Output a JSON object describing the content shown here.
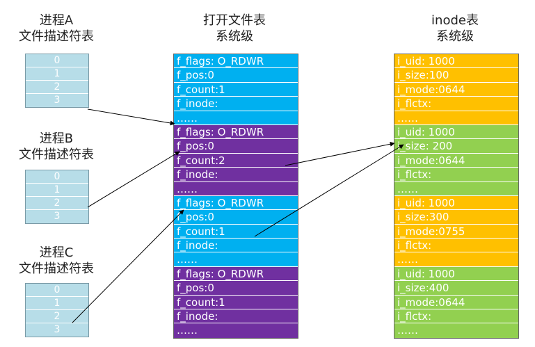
{
  "colors": {
    "blue": "#00b0f0",
    "purple": "#7030a0",
    "orange": "#ffc000",
    "green": "#92d050",
    "fd_cell": "#b7dde8"
  },
  "processes": [
    {
      "title_line1": "进程A",
      "title_line2": "文件描述符表",
      "fds": [
        "0",
        "1",
        "2",
        "3"
      ]
    },
    {
      "title_line1": "进程B",
      "title_line2": "文件描述符表",
      "fds": [
        "0",
        "1",
        "2",
        "3"
      ]
    },
    {
      "title_line1": "进程C",
      "title_line2": "文件描述符表",
      "fds": [
        "0",
        "1",
        "2",
        "3"
      ]
    }
  ],
  "open_file_table": {
    "title_line1": "打开文件表",
    "title_line2": "系统级",
    "rows": [
      {
        "text": "f_flags: O_RDWR",
        "color": "#00b0f0"
      },
      {
        "text": "f_pos:0",
        "color": "#00b0f0"
      },
      {
        "text": "f_count:1",
        "color": "#00b0f0"
      },
      {
        "text": "f_inode:",
        "color": "#00b0f0"
      },
      {
        "text": "……",
        "color": "#00b0f0"
      },
      {
        "text": "f_flags: O_RDWR",
        "color": "#7030a0"
      },
      {
        "text": "f_pos:0",
        "color": "#7030a0"
      },
      {
        "text": "f_count:2",
        "color": "#7030a0"
      },
      {
        "text": "f_inode:",
        "color": "#7030a0"
      },
      {
        "text": "……",
        "color": "#7030a0"
      },
      {
        "text": "f_flags: O_RDWR",
        "color": "#00b0f0"
      },
      {
        "text": "f_pos:0",
        "color": "#00b0f0"
      },
      {
        "text": "f_count:1",
        "color": "#00b0f0"
      },
      {
        "text": "f_inode:",
        "color": "#00b0f0"
      },
      {
        "text": "……",
        "color": "#00b0f0"
      },
      {
        "text": "f_flags: O_RDWR",
        "color": "#7030a0"
      },
      {
        "text": "f_pos:0",
        "color": "#7030a0"
      },
      {
        "text": "f_count:1",
        "color": "#7030a0"
      },
      {
        "text": "f_inode:",
        "color": "#7030a0"
      },
      {
        "text": "……",
        "color": "#7030a0"
      }
    ]
  },
  "inode_table": {
    "title_line1": "inode表",
    "title_line2": "系统级",
    "rows": [
      {
        "text": "i_uid: 1000",
        "color": "#ffc000"
      },
      {
        "text": "i_size:100",
        "color": "#ffc000"
      },
      {
        "text": "i_mode:0644",
        "color": "#ffc000"
      },
      {
        "text": "i_flctx:",
        "color": "#ffc000"
      },
      {
        "text": "……",
        "color": "#ffc000"
      },
      {
        "text": "i_uid: 1000",
        "color": "#92d050"
      },
      {
        "text": "i_size: 200",
        "color": "#92d050"
      },
      {
        "text": "i_mode:0644",
        "color": "#92d050"
      },
      {
        "text": "i_flctx:",
        "color": "#92d050"
      },
      {
        "text": "……",
        "color": "#92d050"
      },
      {
        "text": "i_uid: 1000",
        "color": "#ffc000"
      },
      {
        "text": "i_size:300",
        "color": "#ffc000"
      },
      {
        "text": "i_mode:0755",
        "color": "#ffc000"
      },
      {
        "text": "i_flctx:",
        "color": "#ffc000"
      },
      {
        "text": "……",
        "color": "#ffc000"
      },
      {
        "text": "i_uid: 1000",
        "color": "#92d050"
      },
      {
        "text": "i_size:400",
        "color": "#92d050"
      },
      {
        "text": "i_mode:0644",
        "color": "#92d050"
      },
      {
        "text": "i_flctx:",
        "color": "#92d050"
      },
      {
        "text": "……",
        "color": "#92d050"
      }
    ]
  }
}
